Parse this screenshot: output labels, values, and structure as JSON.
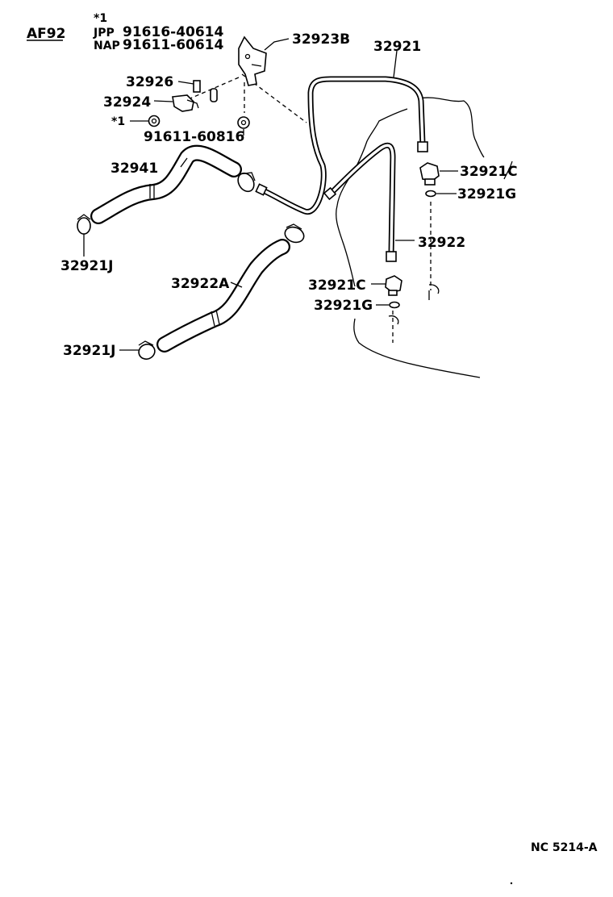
{
  "header": {
    "model_code": "AF92",
    "notes": [
      {
        "prefix": "*1",
        "text": ""
      },
      {
        "prefix": "JPP",
        "text": "91616-40614"
      },
      {
        "prefix": "NAP",
        "text": "91611-60614"
      }
    ]
  },
  "callouts": {
    "c32923B": "32923B",
    "c32921": "32921",
    "c32926": "32926",
    "c32924": "32924",
    "c_star1_prefix": "*1",
    "c91611_60816": "91611-60816",
    "c32941": "32941",
    "c32921C_top": "32921C",
    "c32921G_top": "32921G",
    "c32921J_top": "32921J",
    "c32922": "32922",
    "c32922A": "32922A",
    "c32921C_bottom": "32921C",
    "c32921G_bottom": "32921G",
    "c32921J_bottom": "32921J"
  },
  "footer": {
    "ref_code": "NC 5214-A"
  }
}
